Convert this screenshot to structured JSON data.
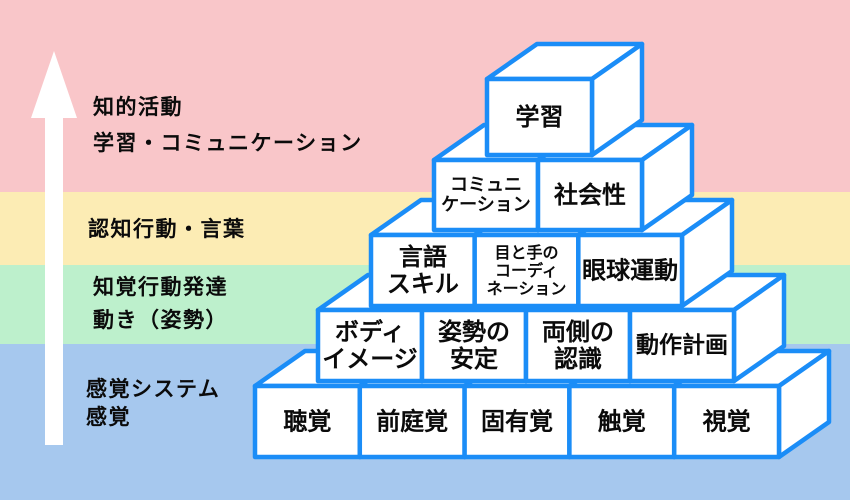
{
  "colors": {
    "band_intellectual": "#f9c6c9",
    "band_cognitive": "#fcecb4",
    "band_perceptual": "#bdf0cc",
    "band_sensory": "#a6c8ee",
    "block_border": "#1b8df7",
    "block_fill": "#ffffff",
    "text": "#0b0b0b",
    "arrow": "#ffffff"
  },
  "bands": [
    {
      "name": "intellectual-activity",
      "color": "#f9c6c9",
      "label_lines": [
        "知的活動",
        "学習・コミュニケーション"
      ]
    },
    {
      "name": "cognitive-behavior",
      "color": "#fcecb4",
      "label_lines": [
        "認知行動・言葉"
      ]
    },
    {
      "name": "perceptual-motor",
      "color": "#bdf0cc",
      "label_lines": [
        "知覚行動発達",
        "動き（姿勢）"
      ]
    },
    {
      "name": "sensory-system",
      "color": "#a6c8ee",
      "label_lines": [
        "感覚システム",
        "感覚"
      ]
    }
  ],
  "pyramid": {
    "rows": [
      {
        "blocks": [
          {
            "lines": [
              "学習"
            ]
          }
        ]
      },
      {
        "blocks": [
          {
            "lines": [
              "コミュニ",
              "ケーション"
            ]
          },
          {
            "lines": [
              "社会性"
            ]
          }
        ]
      },
      {
        "blocks": [
          {
            "lines": [
              "言語",
              "スキル"
            ]
          },
          {
            "lines": [
              "目と手の",
              "コーディ",
              "ネーション"
            ]
          },
          {
            "lines": [
              "眼球運動"
            ]
          }
        ]
      },
      {
        "blocks": [
          {
            "lines": [
              "ボディ",
              "イメージ"
            ]
          },
          {
            "lines": [
              "姿勢の",
              "安定"
            ]
          },
          {
            "lines": [
              "両側の",
              "認識"
            ]
          },
          {
            "lines": [
              "動作計画"
            ]
          }
        ]
      },
      {
        "blocks": [
          {
            "lines": [
              "聴覚"
            ]
          },
          {
            "lines": [
              "前庭覚"
            ]
          },
          {
            "lines": [
              "固有覚"
            ]
          },
          {
            "lines": [
              "触覚"
            ]
          },
          {
            "lines": [
              "視覚"
            ]
          }
        ]
      }
    ]
  }
}
